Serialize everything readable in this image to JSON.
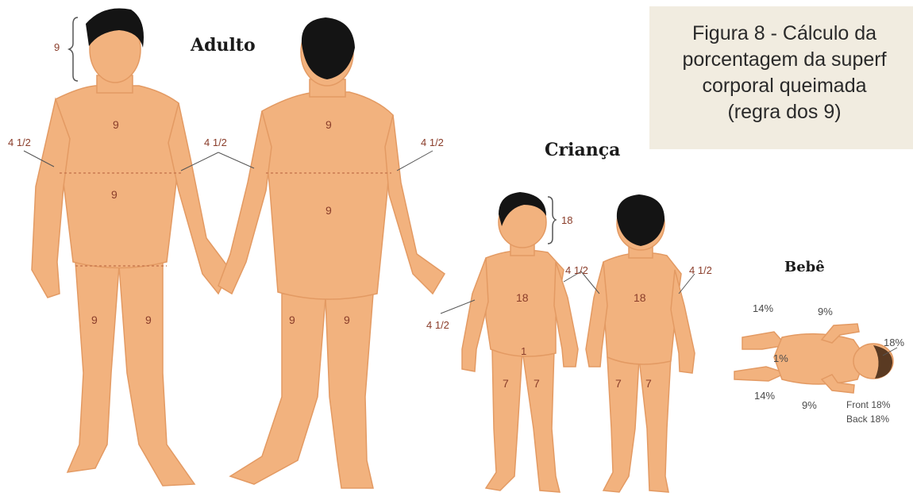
{
  "caption": {
    "line1": "Figura 8 - Cálculo da",
    "line2": "porcentagem da superf",
    "line3": "corporal queimada",
    "line4": "(regra dos 9)"
  },
  "adult": {
    "title": "Adulto",
    "head": "9",
    "left_arm": "4 1/2",
    "right_arm": "4 1/2",
    "back_arm": "4 1/2",
    "chest": "9",
    "abdomen": "9",
    "upper_back": "9",
    "lower_back": "9",
    "front_left_leg": "9",
    "front_right_leg": "9",
    "back_left_leg": "9",
    "back_right_leg": "9"
  },
  "child": {
    "title": "Criança",
    "head": "18",
    "arm_top": "4 1/2",
    "arm_left": "4 1/2",
    "arm_right": "4 1/2",
    "front_trunk": "18",
    "back_trunk": "18",
    "front_left_leg": "7",
    "front_right_leg": "7",
    "back_left_leg": "7",
    "back_right_leg": "7",
    "genital": "1"
  },
  "baby": {
    "title": "Bebê",
    "leg_upper": "14%",
    "arm_upper": "9%",
    "groin": "1%",
    "head": "18%",
    "leg_lower": "14%",
    "arm_lower": "9%",
    "front": "Front 18%",
    "back": "Back 18%"
  },
  "colors": {
    "skin": "#f2b27e",
    "skin_shade": "#e39a63",
    "hair": "#141414",
    "caption_bg": "#f1ece0",
    "number": "#8a3d2a"
  }
}
